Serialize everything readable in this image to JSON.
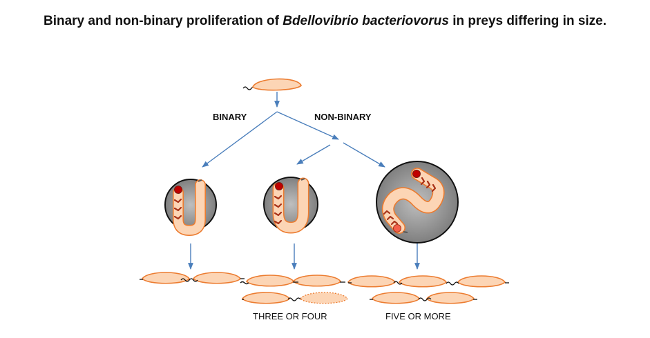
{
  "title": {
    "prefix": "Binary and non-binary proliferation of ",
    "species": "Bdellovibrio bacteriovorus",
    "suffix": " in preys differing in size."
  },
  "labels": {
    "binary": "BINARY",
    "non_binary": "NON-BINARY",
    "three_or_four": "THREE OR FOUR",
    "five_or_more": "FIVE OR MORE"
  },
  "colors": {
    "cell_fill": "#fcd5b5",
    "cell_outline": "#ec7c30",
    "prey_fill": "#a6a6a6",
    "arrow": "#4a7ebb",
    "nucleoid": "#c00000",
    "progeny_marker": "#f4604a"
  }
}
